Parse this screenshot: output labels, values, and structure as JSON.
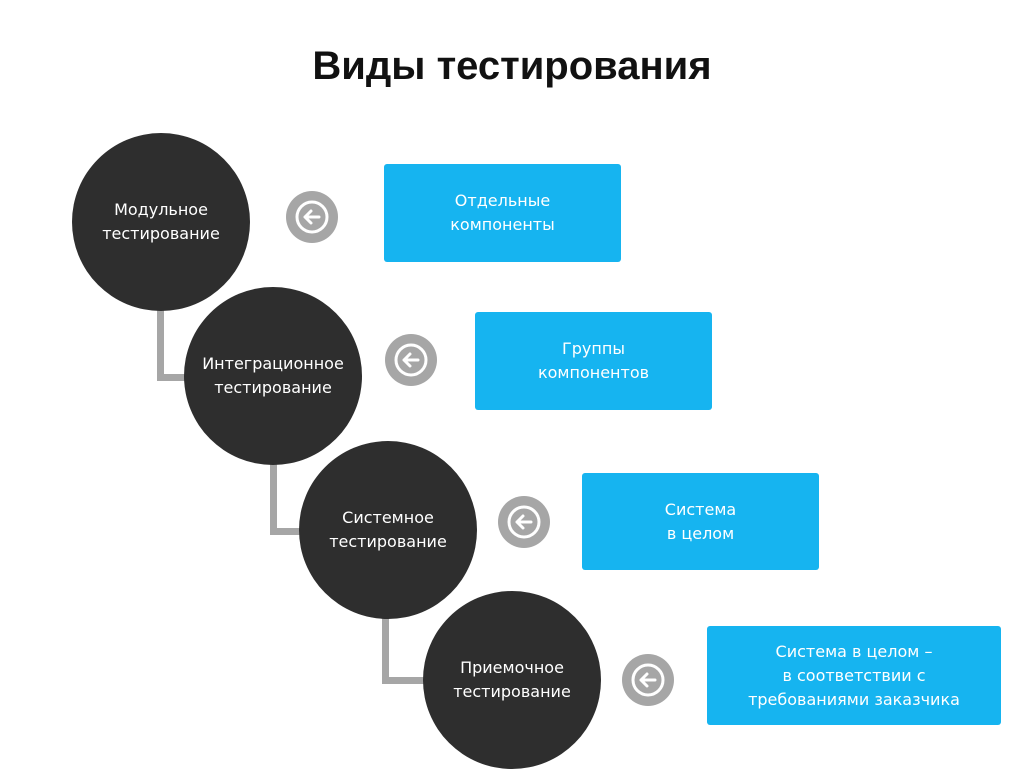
{
  "title": "Виды тестирования",
  "levels": [
    {
      "name": "Модульное\nтестирование",
      "scope": "Отдельные\nкомпоненты"
    },
    {
      "name": "Интеграционное\nтестирование",
      "scope": "Группы\nкомпонентов"
    },
    {
      "name": "Системное\nтестирование",
      "scope": "Система\nв целом"
    },
    {
      "name": "Приемочное\nтестирование",
      "scope": "Система в целом –\nв соответствии с\nтребованиями заказчика"
    }
  ],
  "colors": {
    "circle": "#2e2e2e",
    "box": "#16b4f0",
    "connector": "#a6a6a6",
    "arrow": "#a6a6a6"
  },
  "icons": {
    "arrow": "arrow-left-circle-icon"
  }
}
